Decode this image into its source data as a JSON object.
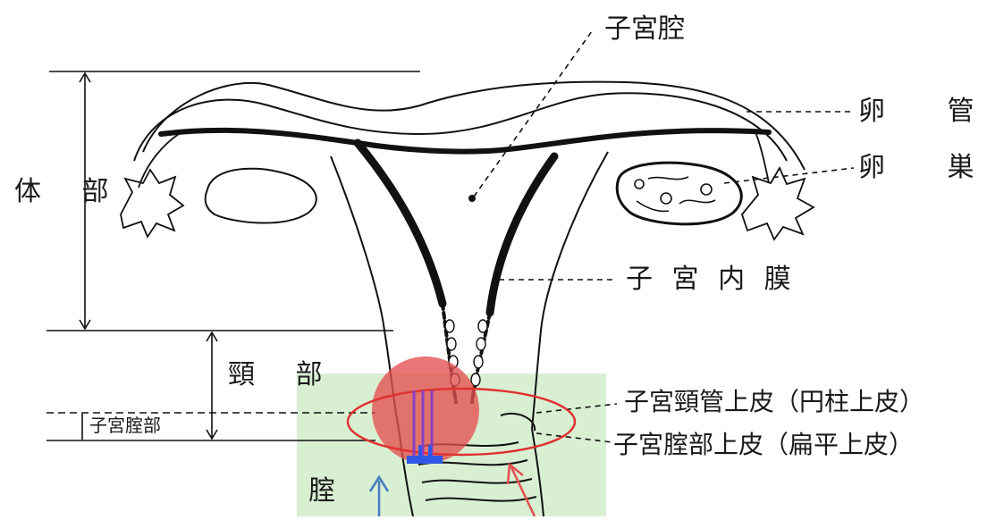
{
  "labels": {
    "uterine_cavity": "子宮腔",
    "fallopian_tube": "卵 管",
    "ovary": "卵 巣",
    "endometrium": "子 宮 内 膜",
    "body": "体 部",
    "neck": "頸 部",
    "vaginal_portion": "子宮腟部",
    "vagina": "腟",
    "cervical_canal_epithelium": "子宮頸管上皮（円柱上皮）",
    "vaginal_portion_epithelium": "子宮腟部上皮（扁平上皮）"
  },
  "colors": {
    "highlight_green": "#d9efd2",
    "red_circle": "#e35050",
    "red_ellipse_stroke": "#e03030",
    "purple_marker": "#8a3fc4",
    "blue_marker": "#2f57e6",
    "blue_arrow": "#4a7fc0",
    "red_arrow": "#e35252",
    "ink": "#111111"
  }
}
